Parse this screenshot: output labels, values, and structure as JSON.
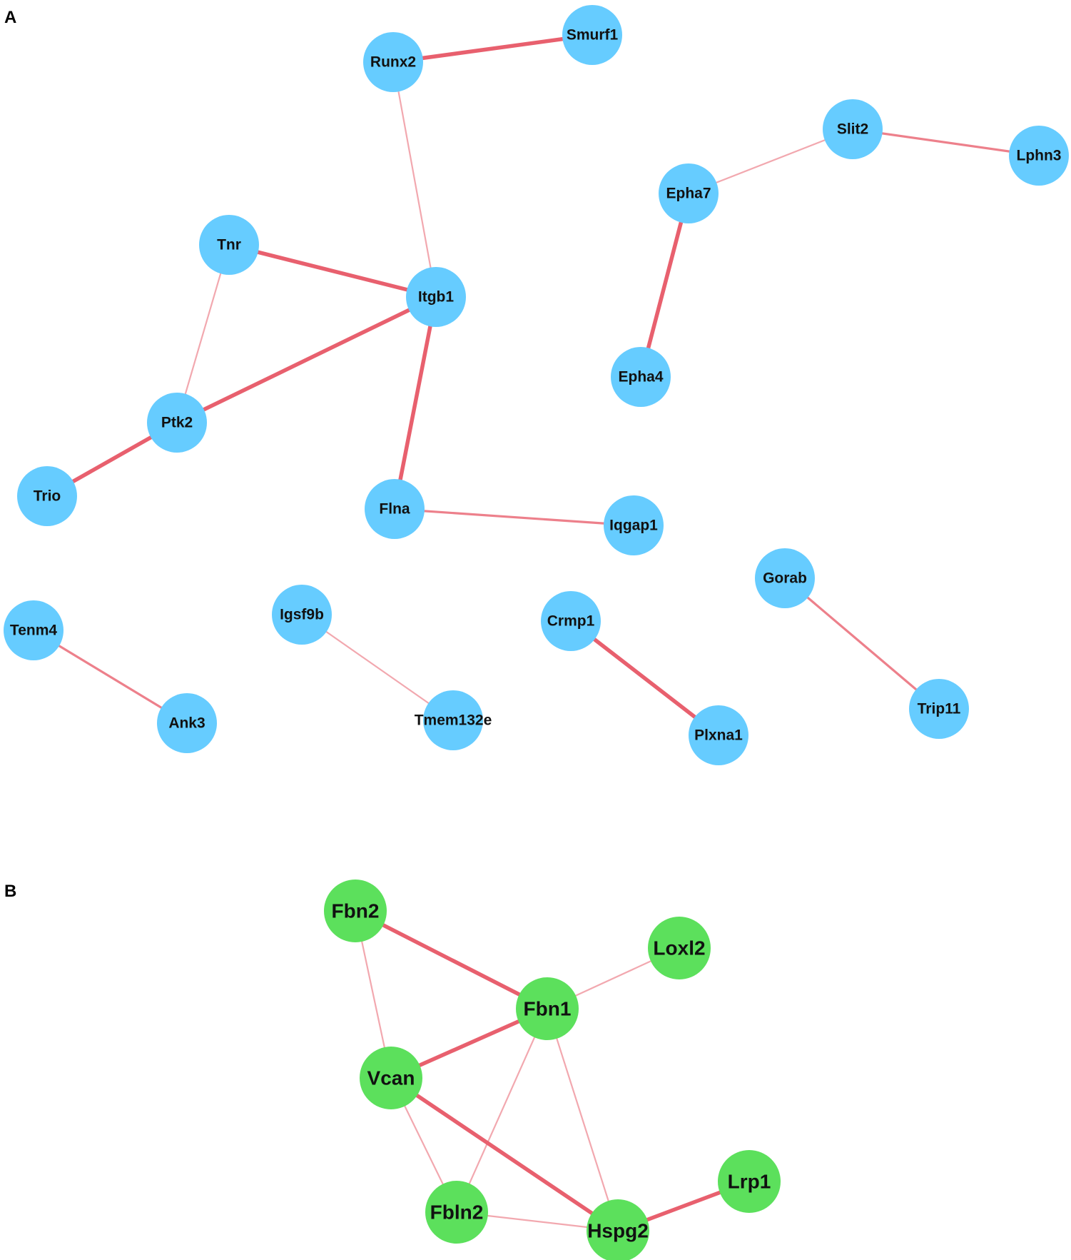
{
  "panels": [
    {
      "id": "A",
      "label": "A",
      "node_color": "#66ccff",
      "edge_color": "#e8606e",
      "nodes": [
        "Smurf1",
        "Runx2",
        "Slit2",
        "Lphn3",
        "Epha7",
        "Tnr",
        "Itgb1",
        "Epha4",
        "Ptk2",
        "Trio",
        "Flna",
        "Iqgap1",
        "Gorab",
        "Tenm4",
        "Igsf9b",
        "Crmp1",
        "Ank3",
        "Tmem132e",
        "Trip11",
        "Plxna1"
      ],
      "edges": [
        {
          "source": "Runx2",
          "target": "Smurf1",
          "strength": "strong"
        },
        {
          "source": "Runx2",
          "target": "Itgb1",
          "strength": "weak"
        },
        {
          "source": "Slit2",
          "target": "Lphn3",
          "strength": "medium"
        },
        {
          "source": "Epha7",
          "target": "Slit2",
          "strength": "weak"
        },
        {
          "source": "Epha7",
          "target": "Epha4",
          "strength": "strong"
        },
        {
          "source": "Tnr",
          "target": "Itgb1",
          "strength": "strong"
        },
        {
          "source": "Tnr",
          "target": "Ptk2",
          "strength": "weak"
        },
        {
          "source": "Itgb1",
          "target": "Ptk2",
          "strength": "strong"
        },
        {
          "source": "Itgb1",
          "target": "Flna",
          "strength": "strong"
        },
        {
          "source": "Ptk2",
          "target": "Trio",
          "strength": "strong"
        },
        {
          "source": "Flna",
          "target": "Iqgap1",
          "strength": "medium"
        },
        {
          "source": "Tenm4",
          "target": "Ank3",
          "strength": "medium"
        },
        {
          "source": "Igsf9b",
          "target": "Tmem132e",
          "strength": "weak"
        },
        {
          "source": "Crmp1",
          "target": "Plxna1",
          "strength": "strong"
        },
        {
          "source": "Gorab",
          "target": "Trip11",
          "strength": "medium"
        }
      ]
    },
    {
      "id": "B",
      "label": "B",
      "node_color": "#5ce05c",
      "edge_color": "#e8606e",
      "nodes": [
        "Fbn2",
        "Loxl2",
        "Fbn1",
        "Vcan",
        "Lrp1",
        "Fbln2",
        "Hspg2"
      ],
      "edges": [
        {
          "source": "Fbn2",
          "target": "Fbn1",
          "strength": "strong"
        },
        {
          "source": "Fbn2",
          "target": "Vcan",
          "strength": "weak"
        },
        {
          "source": "Fbn1",
          "target": "Loxl2",
          "strength": "weak"
        },
        {
          "source": "Fbn1",
          "target": "Vcan",
          "strength": "strong"
        },
        {
          "source": "Fbn1",
          "target": "Fbln2",
          "strength": "weak"
        },
        {
          "source": "Fbn1",
          "target": "Hspg2",
          "strength": "weak"
        },
        {
          "source": "Vcan",
          "target": "Hspg2",
          "strength": "strong"
        },
        {
          "source": "Vcan",
          "target": "Fbln2",
          "strength": "weak"
        },
        {
          "source": "Fbln2",
          "target": "Hspg2",
          "strength": "weak"
        },
        {
          "source": "Hspg2",
          "target": "Lrp1",
          "strength": "strong"
        }
      ]
    }
  ]
}
